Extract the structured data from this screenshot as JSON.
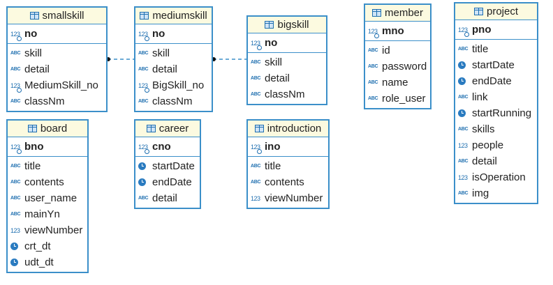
{
  "diagram": {
    "entities": [
      {
        "id": "smallskill",
        "name": "smallskill",
        "pk": [
          {
            "name": "no",
            "type": "num-key"
          }
        ],
        "columns": [
          {
            "name": "skill",
            "type": "text"
          },
          {
            "name": "detail",
            "type": "text"
          },
          {
            "name": "MediumSkill_no",
            "type": "num-key"
          },
          {
            "name": "classNm",
            "type": "text"
          }
        ]
      },
      {
        "id": "mediumskill",
        "name": "mediumskill",
        "pk": [
          {
            "name": "no",
            "type": "num-key"
          }
        ],
        "columns": [
          {
            "name": "skill",
            "type": "text"
          },
          {
            "name": "detail",
            "type": "text"
          },
          {
            "name": "BigSkill_no",
            "type": "num-key"
          },
          {
            "name": "classNm",
            "type": "text"
          }
        ]
      },
      {
        "id": "bigskill",
        "name": "bigskill",
        "pk": [
          {
            "name": "no",
            "type": "num-key"
          }
        ],
        "columns": [
          {
            "name": "skill",
            "type": "text"
          },
          {
            "name": "detail",
            "type": "text"
          },
          {
            "name": "classNm",
            "type": "text"
          }
        ]
      },
      {
        "id": "member",
        "name": "member",
        "pk": [
          {
            "name": "mno",
            "type": "num-key"
          }
        ],
        "columns": [
          {
            "name": "id",
            "type": "text"
          },
          {
            "name": "password",
            "type": "text"
          },
          {
            "name": "name",
            "type": "text"
          },
          {
            "name": "role_user",
            "type": "text"
          }
        ]
      },
      {
        "id": "project",
        "name": "project",
        "pk": [
          {
            "name": "pno",
            "type": "num-key"
          }
        ],
        "columns": [
          {
            "name": "title",
            "type": "text"
          },
          {
            "name": "startDate",
            "type": "date"
          },
          {
            "name": "endDate",
            "type": "date"
          },
          {
            "name": "link",
            "type": "text"
          },
          {
            "name": "startRunning",
            "type": "date"
          },
          {
            "name": "skills",
            "type": "text"
          },
          {
            "name": "people",
            "type": "num"
          },
          {
            "name": "detail",
            "type": "text"
          },
          {
            "name": "isOperation",
            "type": "num"
          },
          {
            "name": "img",
            "type": "text"
          }
        ]
      },
      {
        "id": "board",
        "name": "board",
        "pk": [
          {
            "name": "bno",
            "type": "num-key"
          }
        ],
        "columns": [
          {
            "name": "title",
            "type": "text"
          },
          {
            "name": "contents",
            "type": "text"
          },
          {
            "name": "user_name",
            "type": "text"
          },
          {
            "name": "mainYn",
            "type": "text"
          },
          {
            "name": "viewNumber",
            "type": "num"
          },
          {
            "name": "crt_dt",
            "type": "date"
          },
          {
            "name": "udt_dt",
            "type": "date"
          }
        ]
      },
      {
        "id": "career",
        "name": "career",
        "pk": [
          {
            "name": "cno",
            "type": "num-key"
          }
        ],
        "columns": [
          {
            "name": "startDate",
            "type": "date"
          },
          {
            "name": "endDate",
            "type": "date"
          },
          {
            "name": "detail",
            "type": "text"
          }
        ]
      },
      {
        "id": "introduction",
        "name": "introduction",
        "pk": [
          {
            "name": "ino",
            "type": "num-key"
          }
        ],
        "columns": [
          {
            "name": "title",
            "type": "text"
          },
          {
            "name": "contents",
            "type": "text"
          },
          {
            "name": "viewNumber",
            "type": "num"
          }
        ]
      }
    ],
    "relations": [
      {
        "from": "smallskill",
        "to": "mediumskill"
      },
      {
        "from": "mediumskill",
        "to": "bigskill"
      }
    ]
  },
  "icons": {
    "table": "table-icon",
    "text": "abc-type-icon",
    "num": "numeric-type-icon",
    "num-key": "numeric-key-type-icon",
    "date": "clock-type-icon"
  },
  "icon_glyphs": {
    "text": "ABC",
    "num": "123",
    "num-key": "123"
  },
  "colors": {
    "border": "#3b8fc9",
    "header": "#fcfae0",
    "icon": "#1f6fb0"
  }
}
